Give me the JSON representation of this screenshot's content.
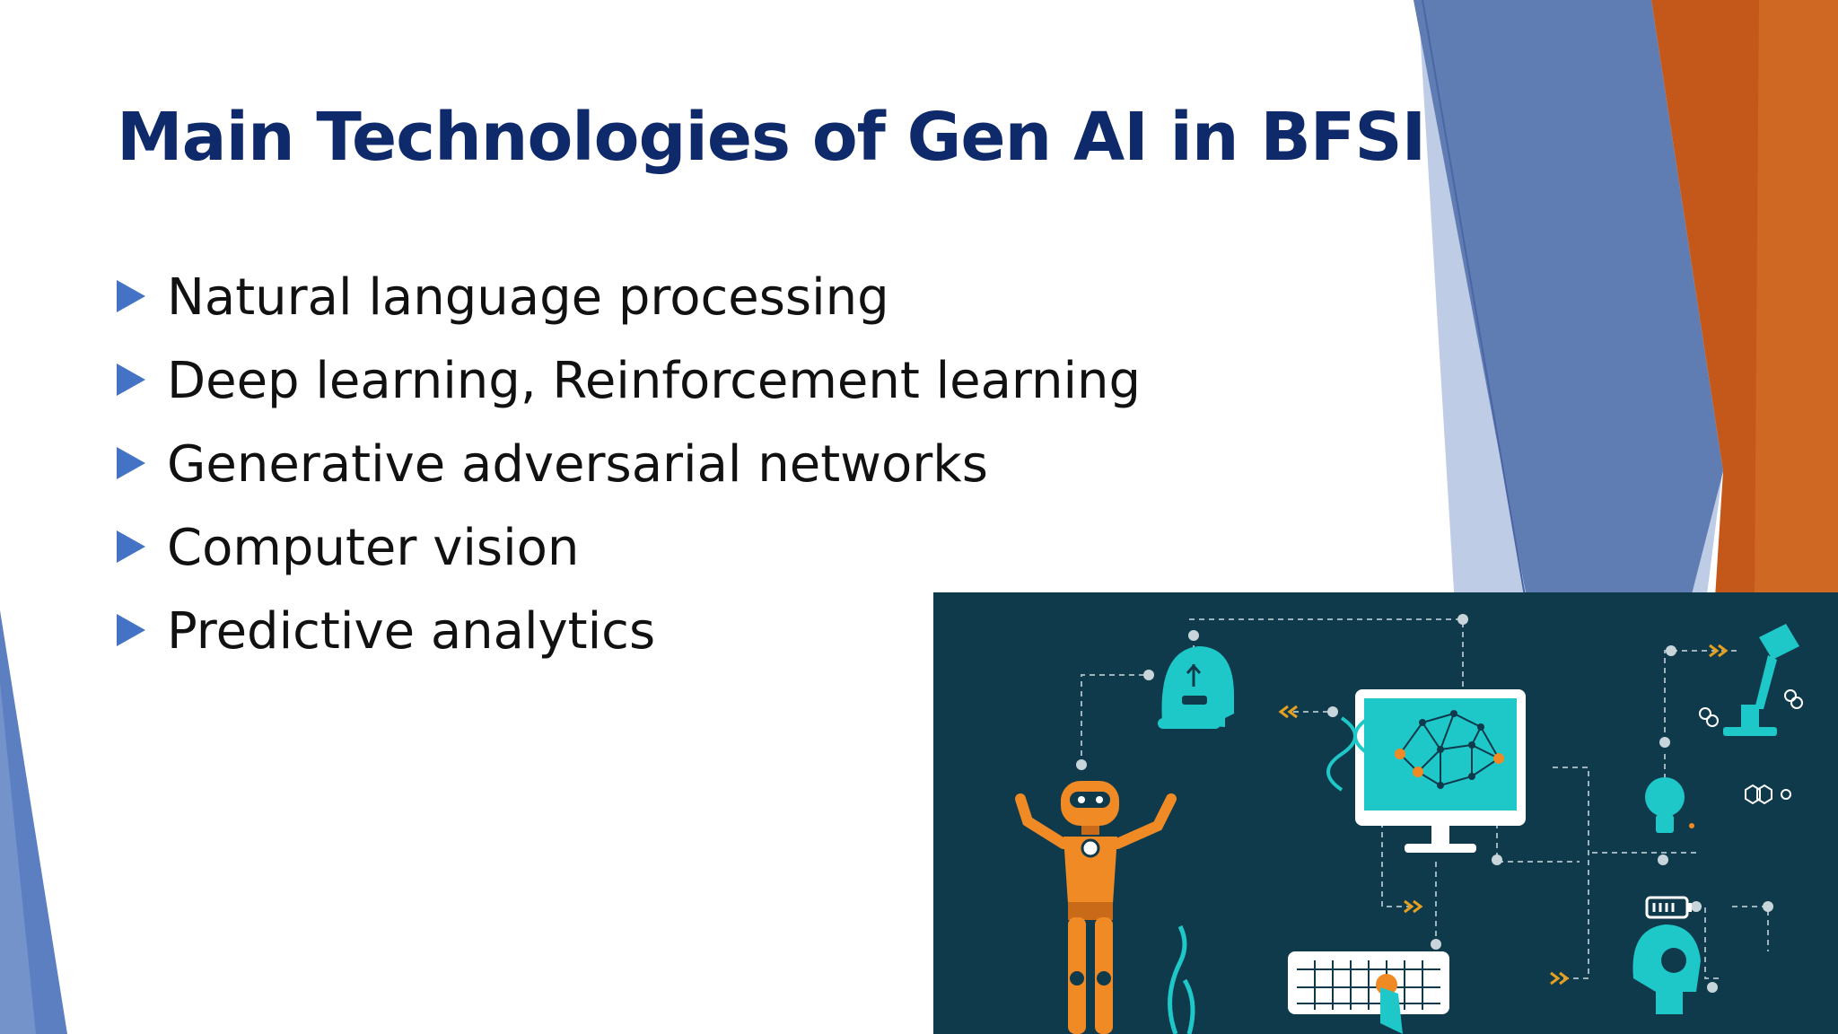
{
  "slide": {
    "title": "Main Technologies of Gen AI in BFSI",
    "bullets": [
      "Natural language processing",
      "Deep learning, Reinforcement learning",
      "Generative adversarial networks",
      "Computer vision",
      "Predictive analytics"
    ]
  },
  "colors": {
    "title": "#0f2a6b",
    "bullet_marker": "#4472c4",
    "deco_blue": "#5a78b0",
    "deco_orange": "#c0581a",
    "illustration_bg": "#0e3a4c",
    "illustration_teal": "#1fc8c8",
    "robot_orange": "#f08a24"
  },
  "illustration": {
    "icons": [
      "robot-icon",
      "head-usb-icon",
      "monitor-brain-network-icon",
      "dna-icon",
      "keyboard-icon",
      "microscope-icon",
      "lightbulb-icon",
      "battery-icon",
      "head-profile-icon",
      "molecule-icon",
      "seaweed-icon"
    ]
  }
}
